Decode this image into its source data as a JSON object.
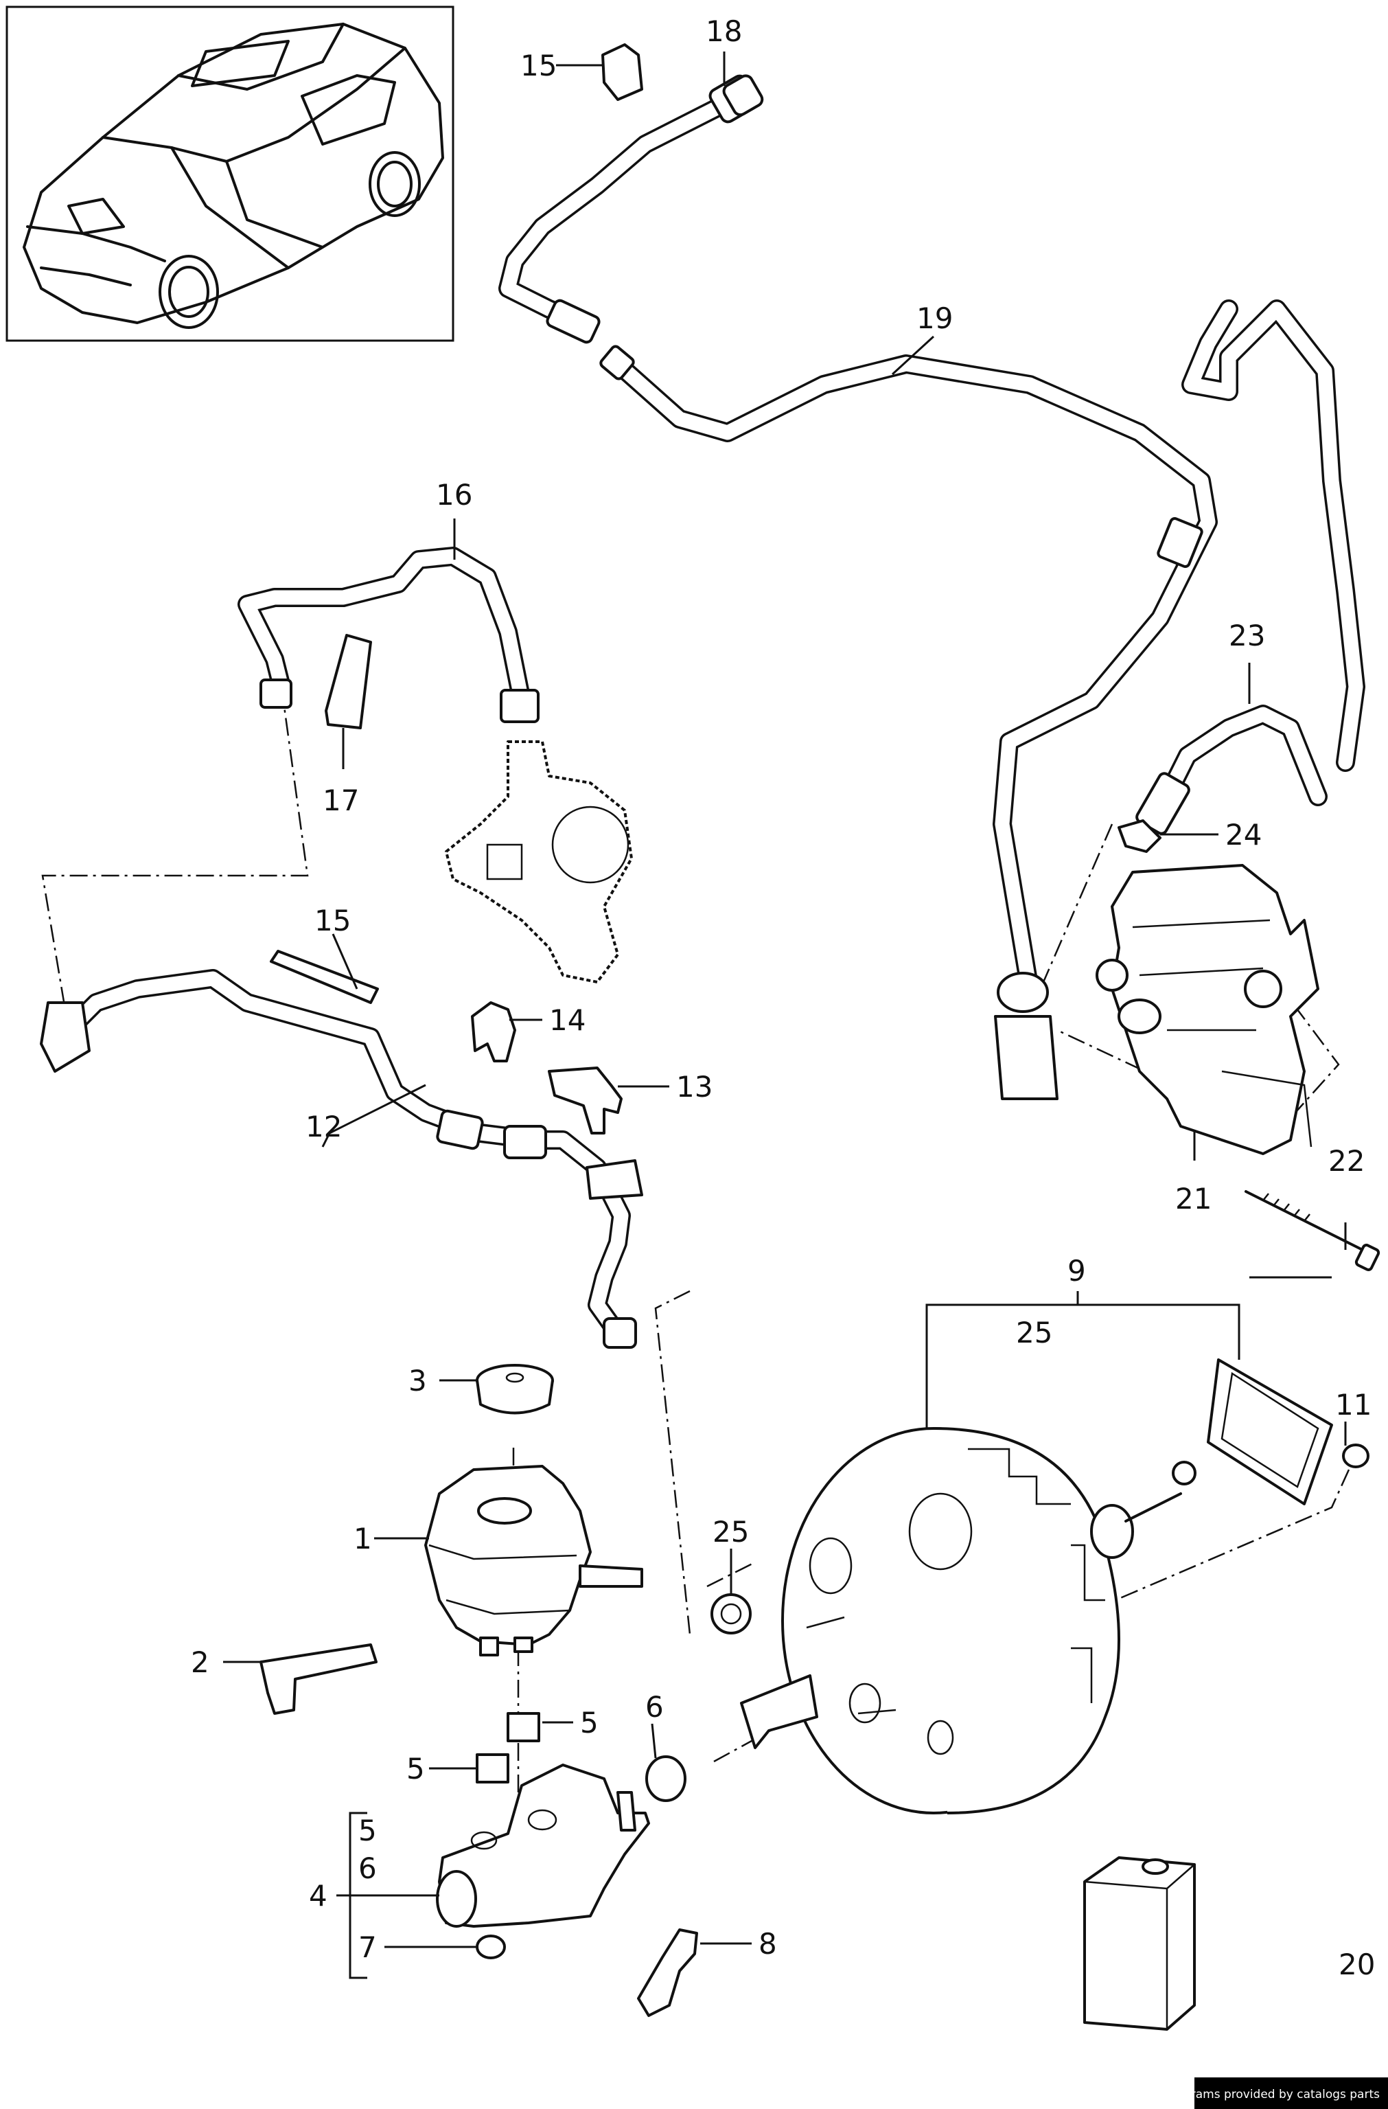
{
  "diagram": {
    "callouts": {
      "c1": "1",
      "c2": "2",
      "c3": "3",
      "c4": "4",
      "c5a": "5",
      "c5b": "5",
      "c5c": "5",
      "c6a": "6",
      "c6b": "6",
      "c7": "7",
      "c8": "8",
      "c9": "9",
      "c11": "11",
      "c12": "12",
      "c13": "13",
      "c14": "14",
      "c15a": "15",
      "c15b": "15",
      "c16": "16",
      "c17": "17",
      "c18": "18",
      "c19": "19",
      "c20": "20",
      "c21": "21",
      "c22": "22",
      "c23": "23",
      "c24": "24",
      "c25a": "25",
      "c25b": "25"
    }
  },
  "footer": {
    "credit": "Diagrams provided by catalogs parts"
  }
}
